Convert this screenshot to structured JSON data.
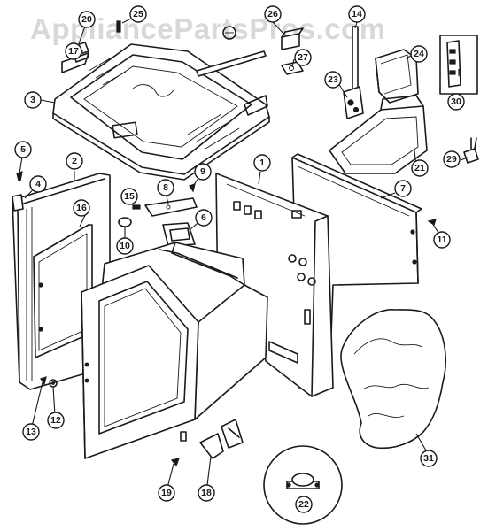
{
  "watermark": "AppliancePartsPros.com",
  "callouts": [
    {
      "id": "c1",
      "label": "1"
    },
    {
      "id": "c2",
      "label": "2"
    },
    {
      "id": "c3",
      "label": "3"
    },
    {
      "id": "c4",
      "label": "4"
    },
    {
      "id": "c5",
      "label": "5"
    },
    {
      "id": "c6",
      "label": "6"
    },
    {
      "id": "c7",
      "label": "7"
    },
    {
      "id": "c8",
      "label": "8"
    },
    {
      "id": "c9",
      "label": "9"
    },
    {
      "id": "c10",
      "label": "10"
    },
    {
      "id": "c11",
      "label": "11"
    },
    {
      "id": "c12",
      "label": "12"
    },
    {
      "id": "c13",
      "label": "13"
    },
    {
      "id": "c14",
      "label": "14"
    },
    {
      "id": "c15",
      "label": "15"
    },
    {
      "id": "c16",
      "label": "16"
    },
    {
      "id": "c17",
      "label": "17"
    },
    {
      "id": "c18",
      "label": "18"
    },
    {
      "id": "c19",
      "label": "19"
    },
    {
      "id": "c20",
      "label": "20"
    },
    {
      "id": "c21",
      "label": "21"
    },
    {
      "id": "c22",
      "label": "22"
    },
    {
      "id": "c23",
      "label": "23"
    },
    {
      "id": "c24",
      "label": "24"
    },
    {
      "id": "c25",
      "label": "25"
    },
    {
      "id": "c26",
      "label": "26"
    },
    {
      "id": "c27",
      "label": "27"
    },
    {
      "id": "c29",
      "label": "29"
    },
    {
      "id": "c30",
      "label": "30"
    },
    {
      "id": "c31",
      "label": "31"
    }
  ]
}
